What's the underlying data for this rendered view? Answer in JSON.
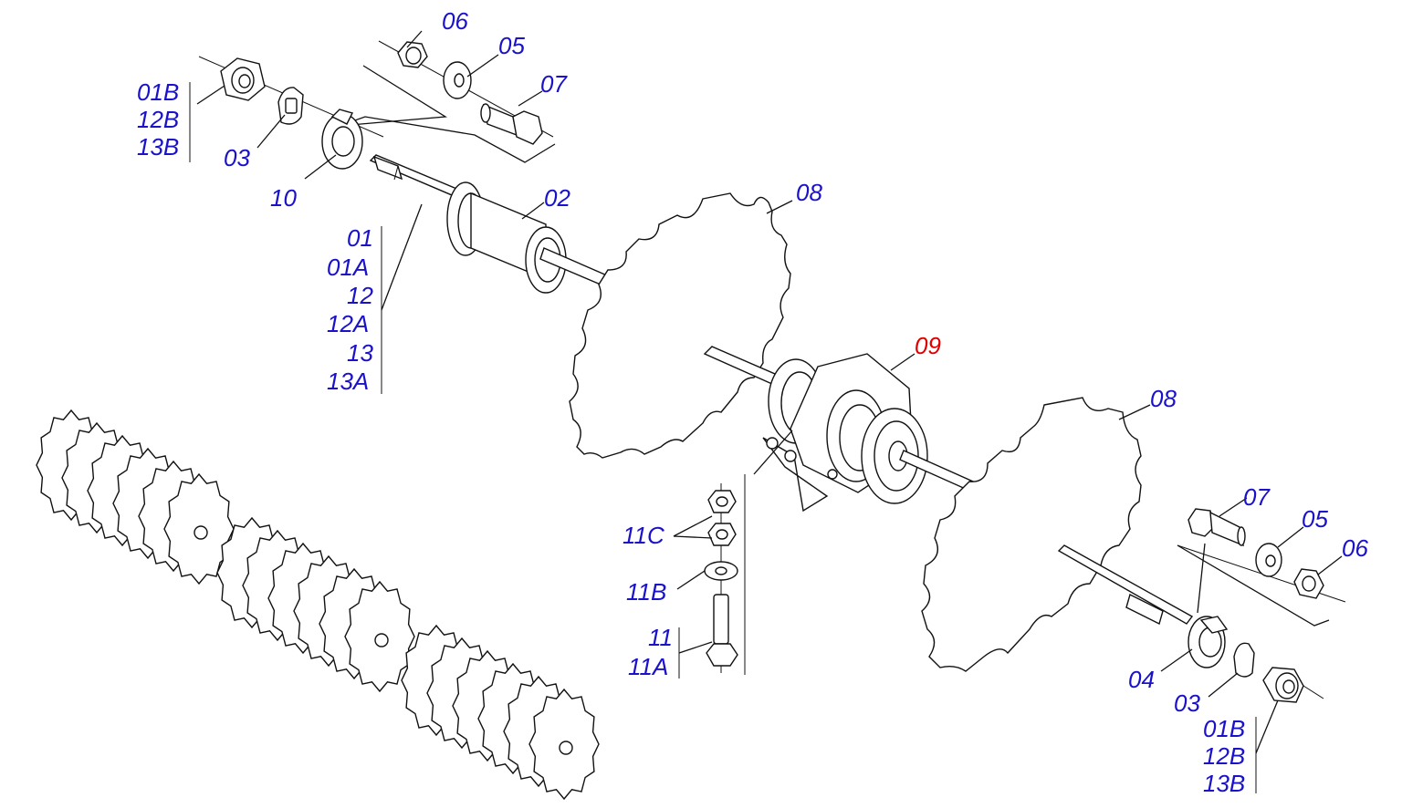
{
  "diagram": {
    "type": "exploded-parts-drawing",
    "label_color": "#1a12c8",
    "highlight_color": "#e00000",
    "callouts": {
      "top_06": "06",
      "top_05": "05",
      "top_07": "07",
      "top_01b": "01B",
      "top_12b": "12B",
      "top_13b": "13B",
      "top_03": "03",
      "top_10": "10",
      "shaft_02": "02",
      "shaft_01": "01",
      "shaft_01a": "01A",
      "shaft_12": "12",
      "shaft_12a": "12A",
      "shaft_13": "13",
      "shaft_13a": "13A",
      "disc_left_08": "08",
      "hub_09": "09",
      "disc_right_08": "08",
      "bolt_11c": "11C",
      "bolt_11b": "11B",
      "bolt_11": "11",
      "bolt_11a": "11A",
      "right_07": "07",
      "right_05": "05",
      "right_06": "06",
      "right_04": "04",
      "right_03": "03",
      "right_01b": "01B",
      "right_12b": "12B",
      "right_13b": "13B"
    }
  }
}
